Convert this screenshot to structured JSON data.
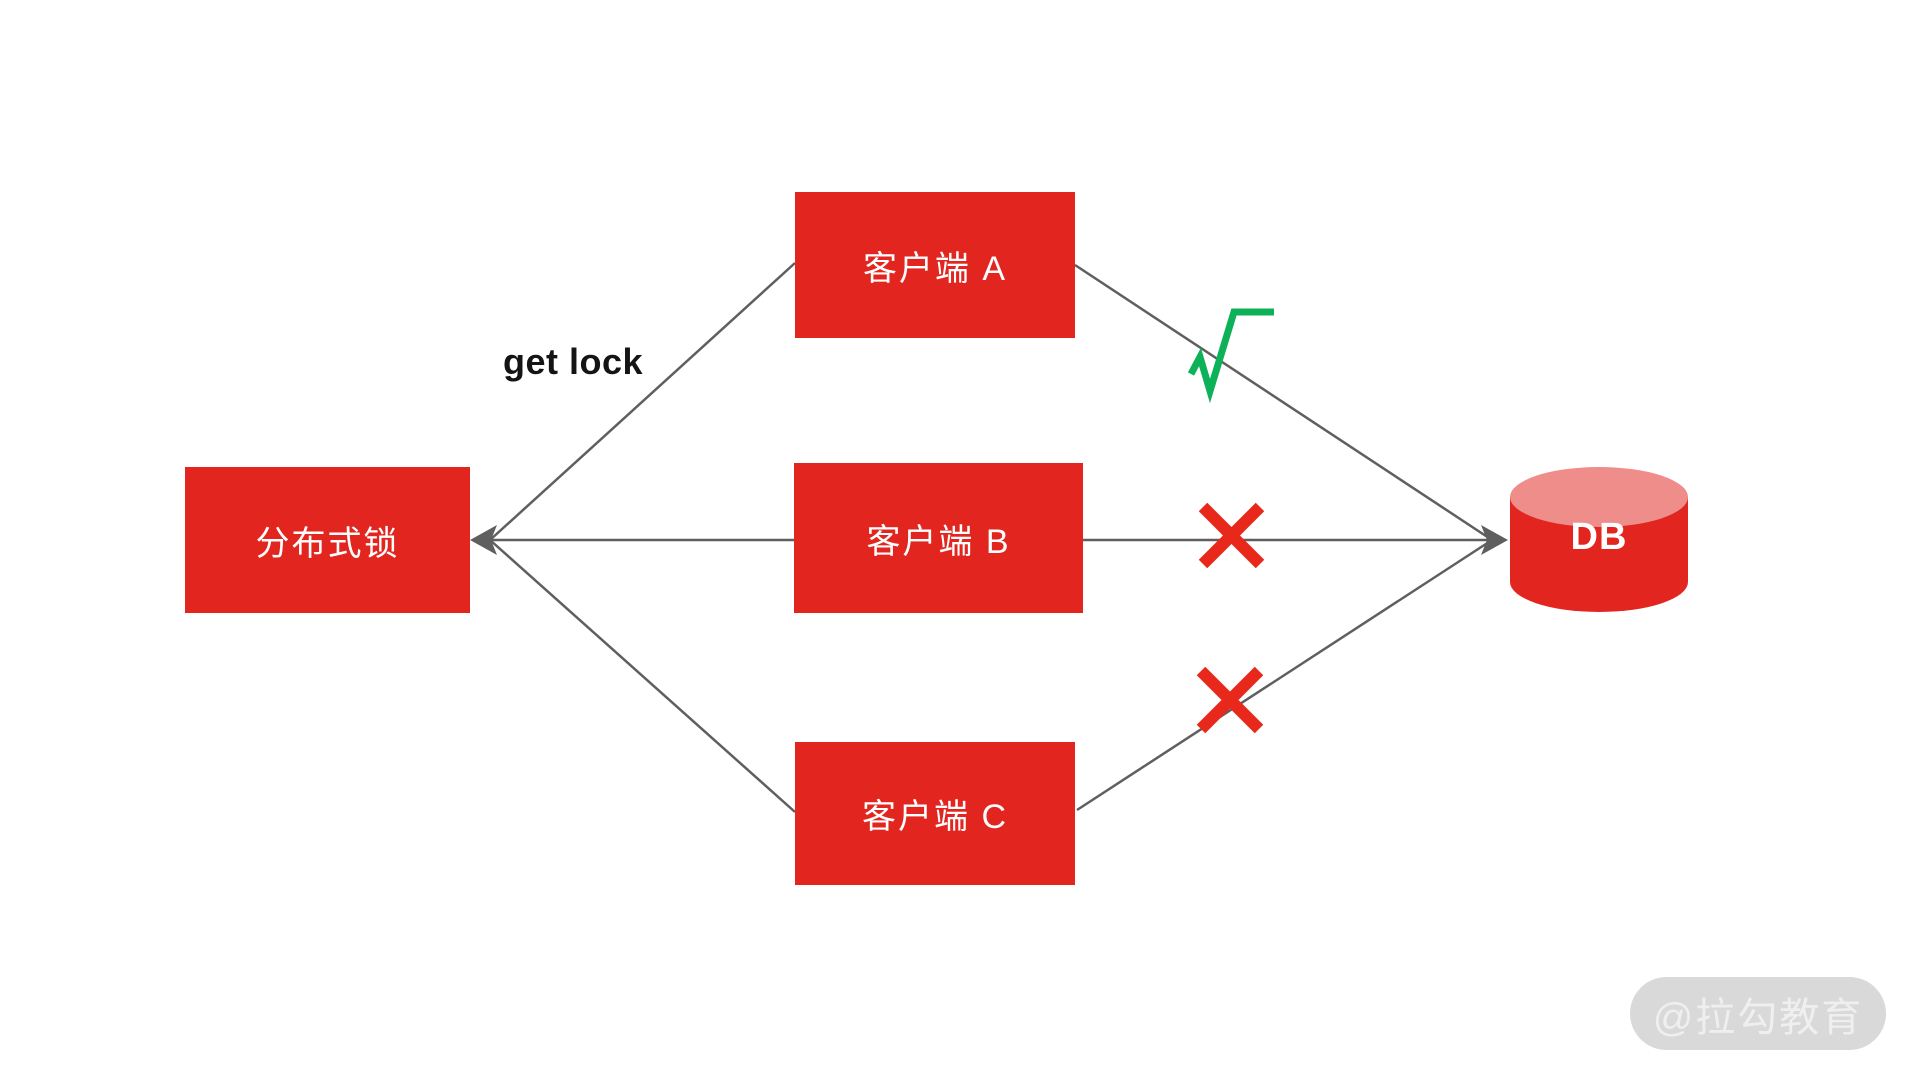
{
  "diagram": {
    "nodes": {
      "lock": {
        "label": "分布式锁"
      },
      "client_a": {
        "label": "客户端 A"
      },
      "client_b": {
        "label": "客户端 B"
      },
      "client_c": {
        "label": "客户端 C"
      },
      "db": {
        "label": "DB"
      }
    },
    "edge_label": "get lock",
    "result_icons": {
      "client_a_to_db": "check-icon",
      "client_b_to_db": "cross-icon",
      "client_c_to_db": "cross-icon"
    },
    "watermark": "@拉勾教育",
    "colors": {
      "node_red": "#e2261f",
      "db_top_pink": "#ee8d8a",
      "connector_gray": "#5f5f5f",
      "check_green": "#0db157",
      "cross_red": "#e7281a",
      "watermark_bg": "#d9d9d9",
      "watermark_text": "#efefef"
    }
  }
}
